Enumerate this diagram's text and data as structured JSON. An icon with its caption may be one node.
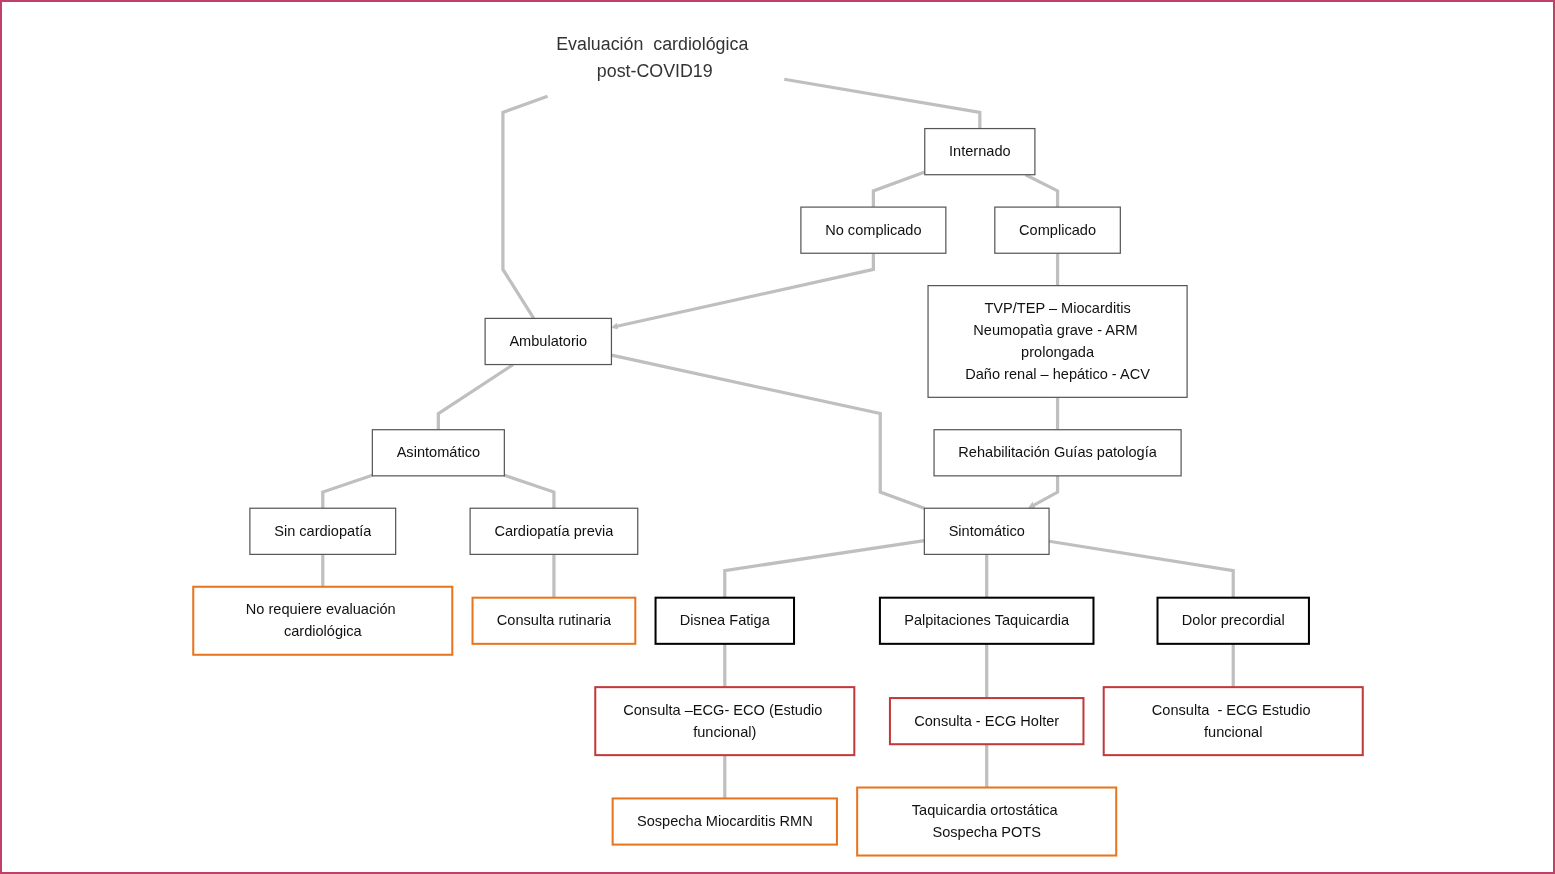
{
  "diagram": {
    "nodes": [
      {
        "text": [
          "Evaluación  cardiológica post-COVID19"
        ]
      },
      {
        "text": [
          "Ambulatorio"
        ]
      },
      {
        "text": [
          "Internado"
        ]
      },
      {
        "text": [
          "No complicado"
        ]
      },
      {
        "text": [
          "Complicado"
        ]
      },
      {
        "text": [
          "Asintomático"
        ]
      },
      {
        "text": [
          "Sintomático"
        ]
      },
      {
        "text": [
          "TVP/TEP – Miocarditis",
          "Neumopatìa grave - ARM prolongada",
          "Daño renal – hepático - ACV"
        ]
      },
      {
        "text": [
          "Sin cardiopatía"
        ]
      },
      {
        "text": [
          "Cardiopatía previa"
        ]
      },
      {
        "text": [
          "Disnea Fatiga"
        ]
      },
      {
        "text": [
          "Palpitaciones Taquicardia"
        ]
      },
      {
        "text": [
          "Dolor precordial"
        ]
      },
      {
        "text": [
          "Rehabilitación Guías patología"
        ]
      },
      {
        "text": [
          "No requiere evaluación cardiológica"
        ]
      },
      {
        "text": [
          "Consulta rutinaria"
        ]
      },
      {
        "text": [
          "Consulta –ECG- ECO (Estudio funcional)"
        ]
      },
      {
        "text": [
          "Consulta  - ECG Holter"
        ]
      },
      {
        "text": [
          "Consulta  - ECG Estudio funcional"
        ]
      },
      {
        "text": [
          "Sospecha Miocarditis RMN"
        ]
      },
      {
        "text": [
          "Taquicardia ortostática Sospecha POTS"
        ]
      }
    ],
    "edges": [
      {
        "from": 0,
        "to": 1,
        "arrow": "none"
      },
      {
        "from": 0,
        "to": 2,
        "arrow": "none"
      },
      {
        "from": 2,
        "to": 3,
        "arrow": "none"
      },
      {
        "from": 2,
        "to": 4,
        "arrow": "none"
      },
      {
        "from": 1,
        "to": 5,
        "arrow": "none"
      },
      {
        "from": 1,
        "to": 6,
        "arrow": "none"
      },
      {
        "from": 3,
        "to": 1,
        "arrow": "to"
      },
      {
        "from": 4,
        "to": 7,
        "arrow": "none"
      },
      {
        "from": 7,
        "to": 13,
        "arrow": "none"
      },
      {
        "from": 13,
        "to": 6,
        "arrow": "to"
      },
      {
        "from": 5,
        "to": 8,
        "arrow": "none"
      },
      {
        "from": 5,
        "to": 9,
        "arrow": "none"
      },
      {
        "from": 6,
        "to": 10,
        "arrow": "none"
      },
      {
        "from": 6,
        "to": 11,
        "arrow": "none"
      },
      {
        "from": 6,
        "to": 12,
        "arrow": "none"
      },
      {
        "from": 8,
        "to": 14,
        "arrow": "none"
      },
      {
        "from": 9,
        "to": 15,
        "arrow": "none"
      },
      {
        "from": 10,
        "to": 16,
        "arrow": "none"
      },
      {
        "from": 11,
        "to": 17,
        "arrow": "none"
      },
      {
        "from": 12,
        "to": 18,
        "arrow": "none"
      },
      {
        "from": 16,
        "to": 19,
        "arrow": "none"
      },
      {
        "from": 17,
        "to": 20,
        "arrow": "none"
      }
    ]
  }
}
